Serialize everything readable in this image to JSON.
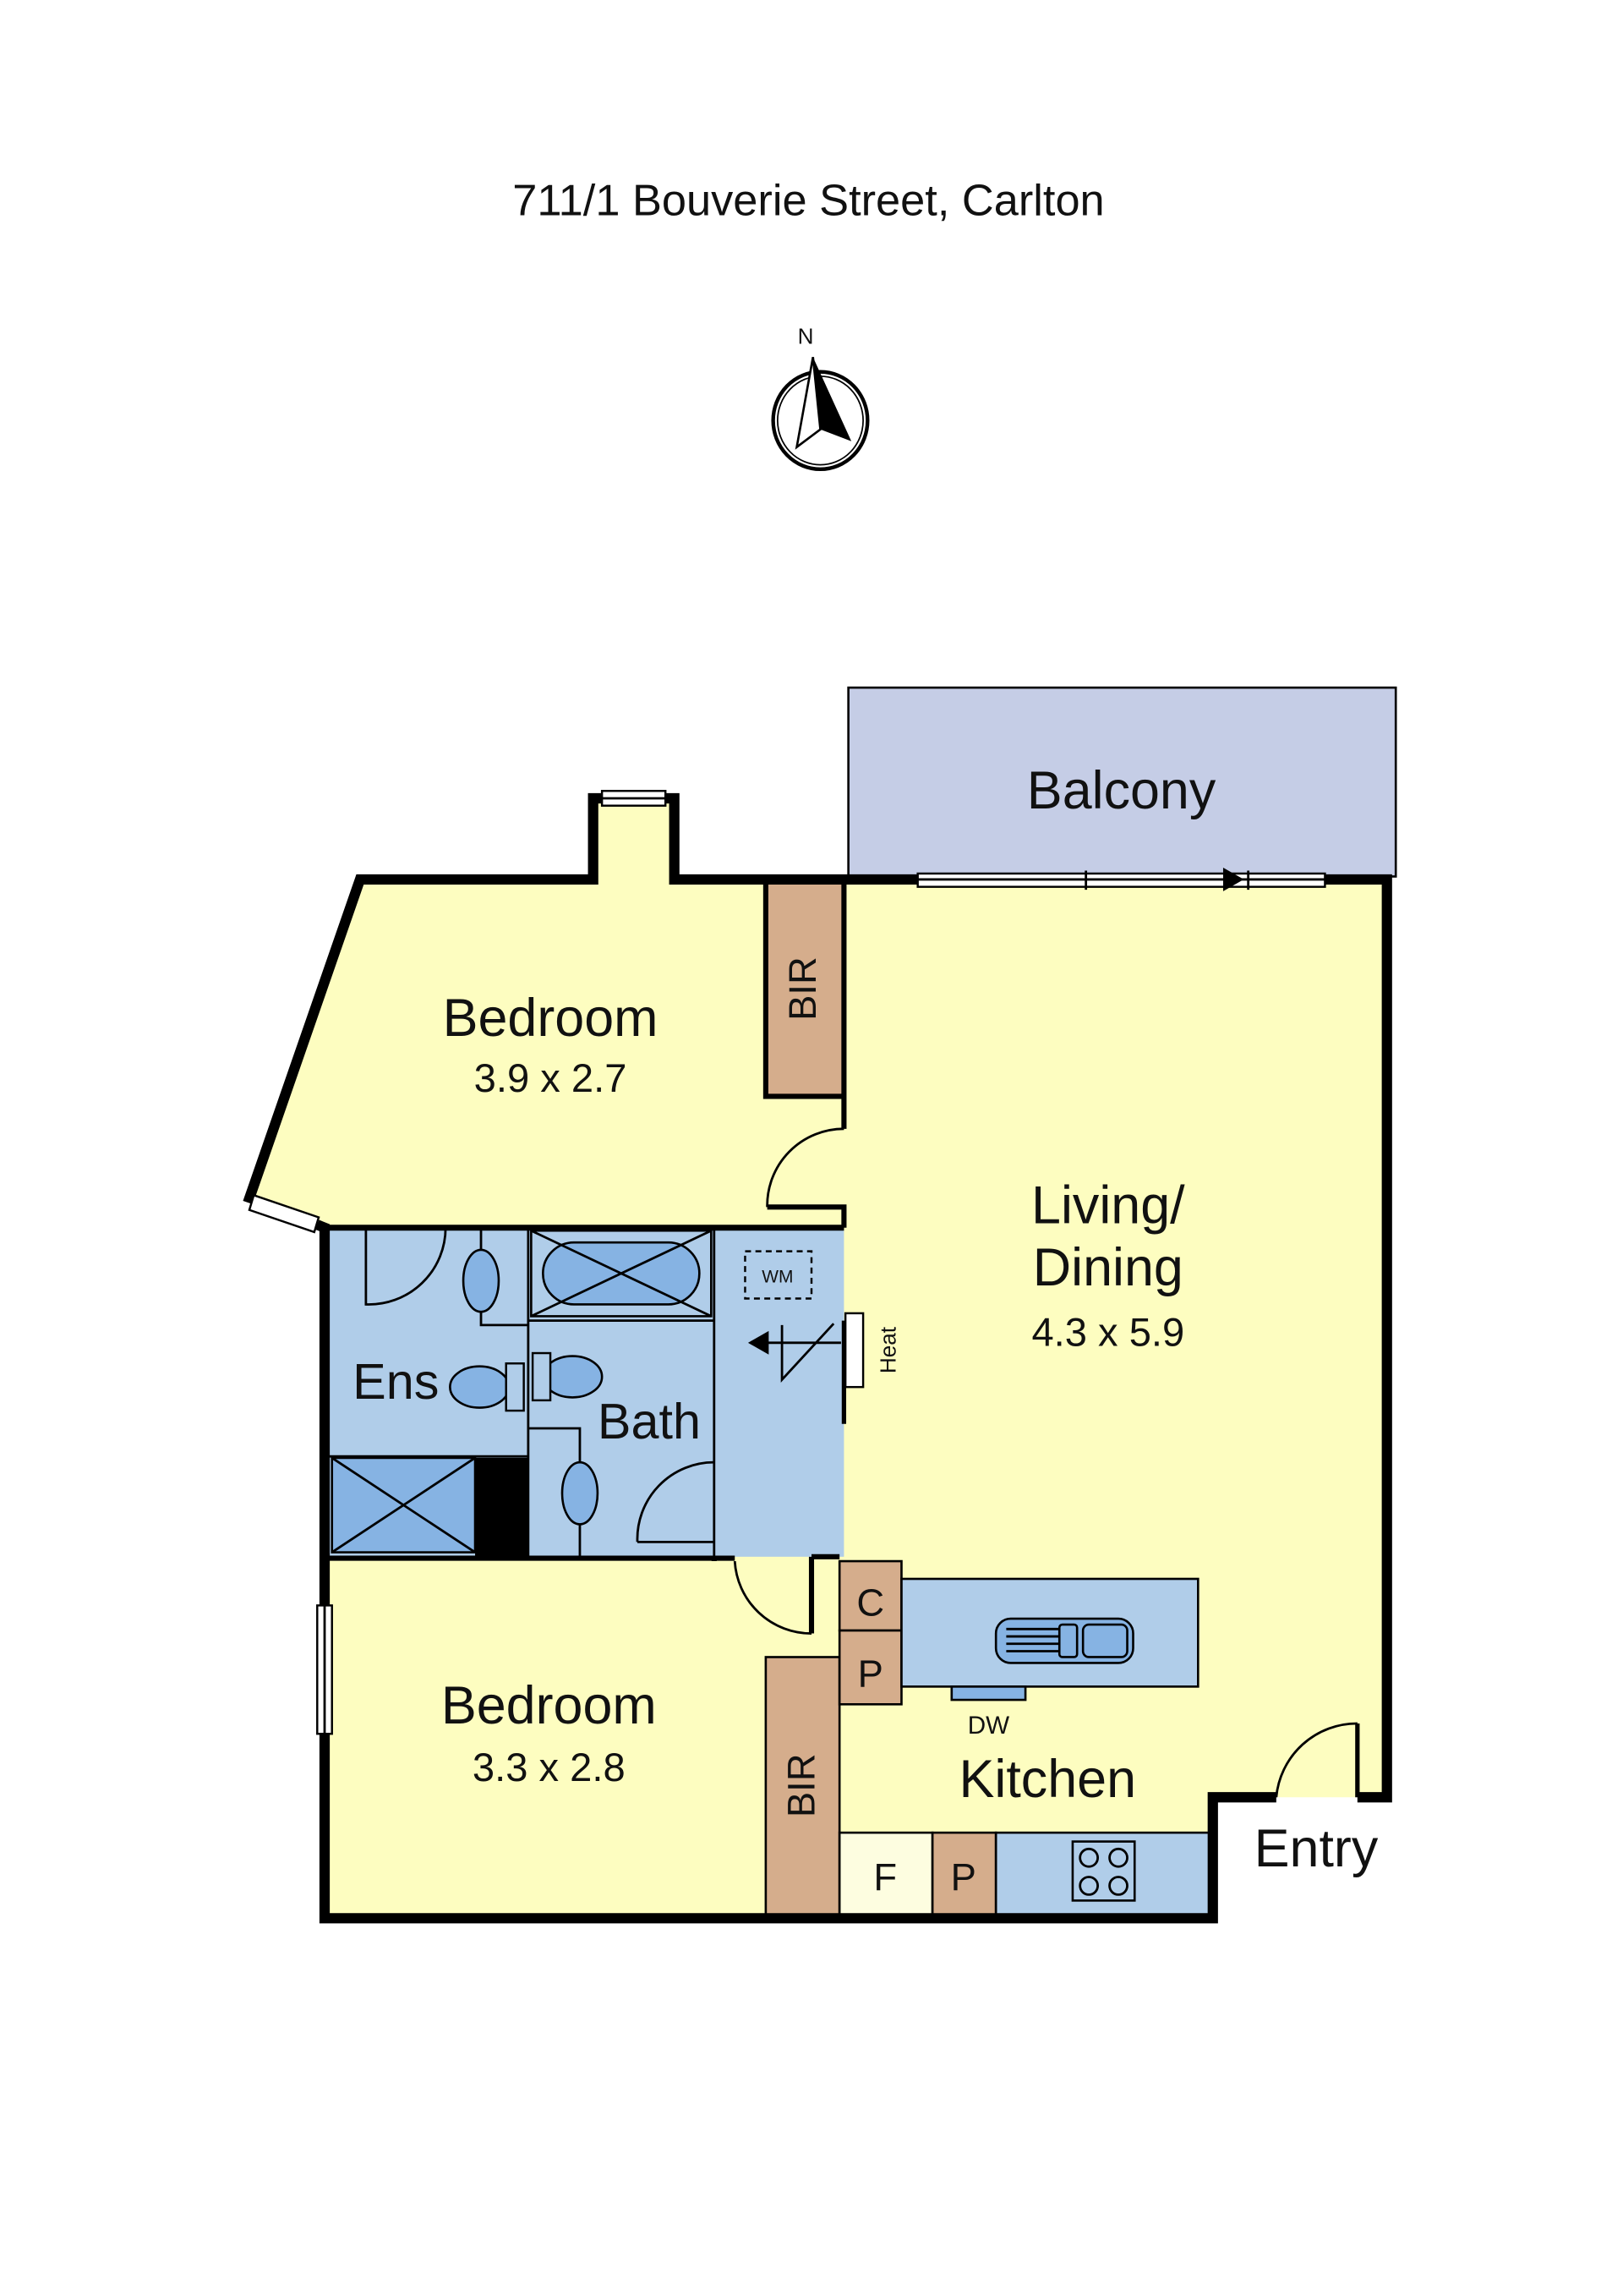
{
  "title": "711/1 Bouverie Street,  Carlton",
  "compass": {
    "label": "N"
  },
  "rooms": {
    "balcony": {
      "label": "Balcony"
    },
    "bedroom1": {
      "label": "Bedroom",
      "size": "3.9 x 2.7"
    },
    "bir1": {
      "label": "BIR"
    },
    "living": {
      "label1": "Living/",
      "label2": "Dining",
      "size": "4.3 x 5.9"
    },
    "ens": {
      "label": "Ens"
    },
    "bath": {
      "label": "Bath"
    },
    "wm": {
      "label": "WM"
    },
    "heat": {
      "label": "Heat"
    },
    "bedroom2": {
      "label": "Bedroom",
      "size": "3.3 x 2.8"
    },
    "bir2": {
      "label": "BIR"
    },
    "c": {
      "label": "C"
    },
    "p1": {
      "label": "P"
    },
    "dw": {
      "label": "DW"
    },
    "kitchen": {
      "label": "Kitchen"
    },
    "f": {
      "label": "F"
    },
    "p2": {
      "label": "P"
    },
    "entry": {
      "label": "Entry"
    }
  },
  "colors": {
    "living": "#fdfdc0",
    "wet": "#b0cde9",
    "storage": "#d5ad8c",
    "balcony": "#c5cde6"
  }
}
